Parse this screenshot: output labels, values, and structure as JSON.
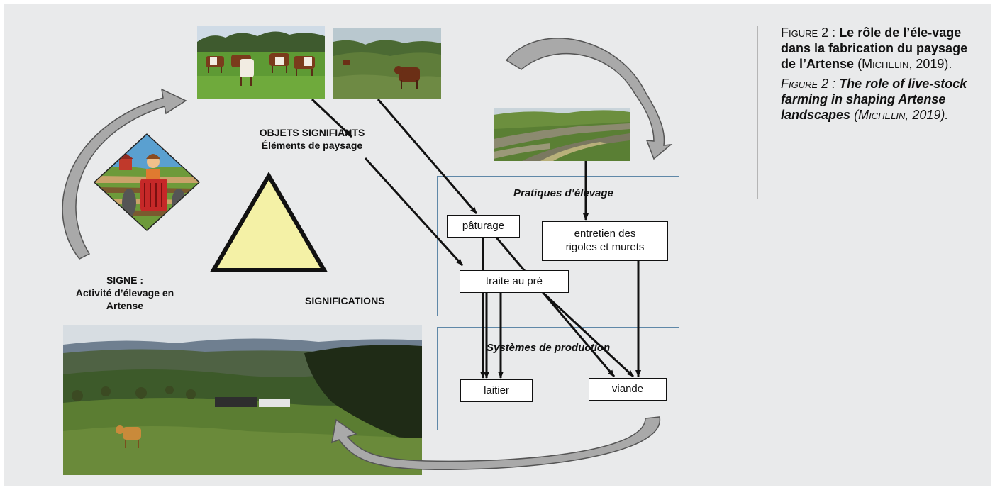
{
  "labels": {
    "objets_line1": "OBJETS SIGNIFIANTS",
    "objets_line2": "Éléments de paysage",
    "signe_line1": "SIGNE :",
    "signe_line2": "Activité d’élevage en",
    "signe_line3": "Artense",
    "significations": "SIGNIFICATIONS"
  },
  "pratiques": {
    "title": "Pratiques d’élevage",
    "paturage": "pâturage",
    "entretien_line1": "entretien des",
    "entretien_line2": "rigoles et murets",
    "traite": "traite au pré"
  },
  "systemes": {
    "title": "Systèmes de production",
    "laitier": "laitier",
    "viande": "viande"
  },
  "caption": {
    "fr_prefix": "Figure 2 : ",
    "fr_title": "Le rôle de l’éle-vage dans la fabrication du paysage de l’Artense",
    "fr_ref_author": "Michelin",
    "fr_ref_year": ", 2019).",
    "fr_ref_open": "(",
    "en_prefix": "Figure 2 : ",
    "en_title": "The role of live-stock farming in shaping Artense landscapes",
    "en_ref_open": "(",
    "en_ref_author": "Michelin",
    "en_ref_year": ", 2019)."
  },
  "colors": {
    "panel_bg": "#e9eaeb",
    "triangle_fill": "#f4f1a6",
    "frame_stroke": "#5f88a8",
    "curved_arrow_fill": "#a9a9a9"
  },
  "icons": {
    "logo": "farmer-on-tractor-logo",
    "photo1": "cows-in-meadow-photo",
    "photo2": "cow-in-moorland-photo",
    "photo3": "stone-walls-photo",
    "photo4": "artense-landscape-photo"
  }
}
